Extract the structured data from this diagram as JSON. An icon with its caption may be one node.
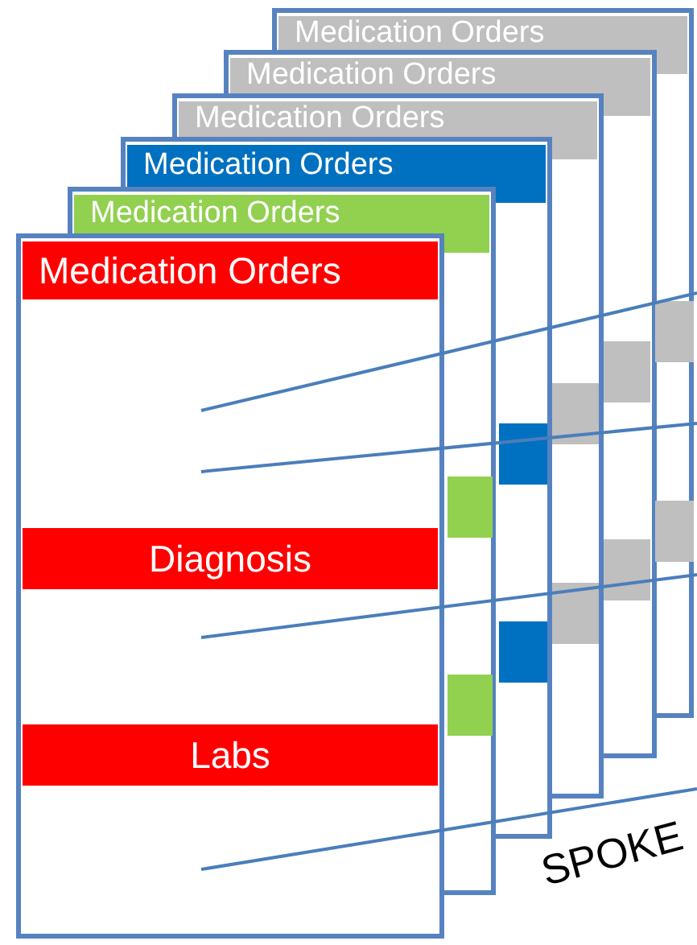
{
  "diagram": {
    "nodes": [
      {
        "text": [
          "Medication Orders"
        ]
      },
      {
        "text": [
          "Medication Orders"
        ]
      },
      {
        "text": [
          "Medication Orders"
        ]
      },
      {
        "text": [
          "Medication Orders"
        ]
      },
      {
        "text": [
          "Medication Orders"
        ]
      },
      {
        "text": [
          "Medication Orders"
        ]
      },
      {
        "text": [
          "Diagnosis"
        ]
      },
      {
        "text": [
          "Labs"
        ]
      },
      {
        "text": [],
        "shape": "bar"
      },
      {
        "text": [],
        "shape": "bar"
      },
      {
        "text": [],
        "shape": "bar"
      },
      {
        "text": [],
        "shape": "bar"
      },
      {
        "text": [],
        "shape": "bar"
      },
      {
        "text": [],
        "shape": "bar"
      },
      {
        "text": [],
        "shape": "bar"
      },
      {
        "text": [],
        "shape": "bar"
      },
      {
        "text": [],
        "shape": "bar"
      },
      {
        "text": [],
        "shape": "bar"
      }
    ],
    "labels": [
      "SPOKE"
    ]
  }
}
